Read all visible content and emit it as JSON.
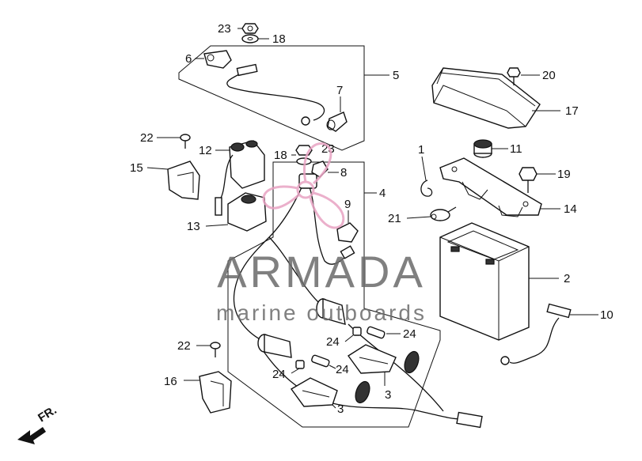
{
  "watermark": {
    "brand": "ARMADA",
    "tagline": "marine outboards",
    "brand_color": "#6b6b6b",
    "logo_color": "#e8a3c3"
  },
  "direction_label": "FR.",
  "callouts": {
    "c1": "1",
    "c2": "2",
    "c3a": "3",
    "c3b": "3",
    "c4": "4",
    "c5": "5",
    "c6": "6",
    "c7": "7",
    "c8": "8",
    "c9": "9",
    "c10": "10",
    "c11": "11",
    "c12": "12",
    "c13": "13",
    "c14": "14",
    "c15": "15",
    "c16": "16",
    "c17": "17",
    "c18a": "18",
    "c18b": "18",
    "c19": "19",
    "c20": "20",
    "c21": "21",
    "c22a": "22",
    "c22b": "22",
    "c23a": "23",
    "c23b": "23",
    "c24a": "24",
    "c24b": "24",
    "c24c": "24",
    "c24d": "24"
  }
}
